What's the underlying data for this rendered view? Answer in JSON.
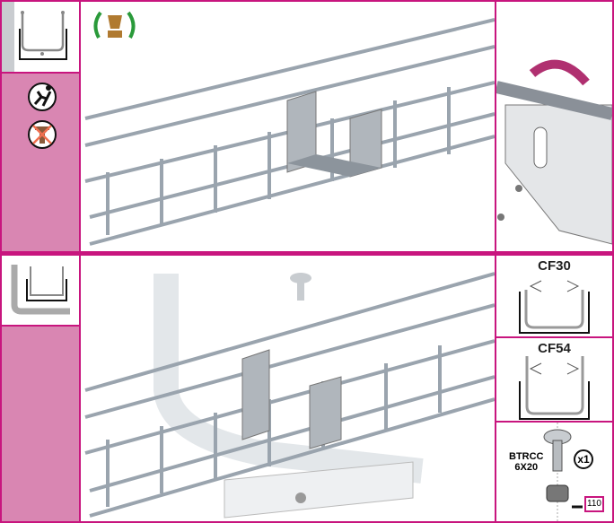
{
  "panels": {
    "cf30_label": "CF30",
    "cf54_label": "CF54",
    "bolt_code_line1": "BTRCC",
    "bolt_code_line2": "6X20",
    "quantity": "x1",
    "page_ref": "110"
  },
  "colors": {
    "border": "#c8157e",
    "side_panel": "#d986b2",
    "award_green": "#2a9a3a"
  }
}
